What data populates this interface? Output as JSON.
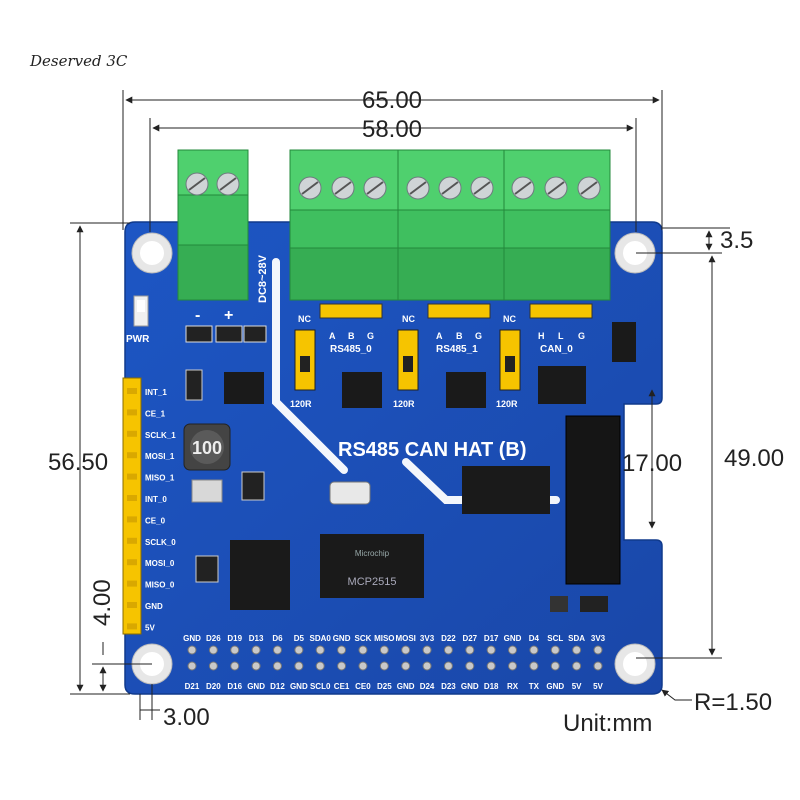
{
  "watermark": "Deserved 3C",
  "dimensions": {
    "width_total": "65.00",
    "width_holes": "58.00",
    "height_total": "56.50",
    "height_holes": "49.00",
    "cutout_height": "17.00",
    "top_offset": "3.5",
    "hole_from_bottom": "4.00",
    "hole_from_left": "3.00",
    "corner_radius": "R=1.50",
    "unit": "Unit:mm"
  },
  "board": {
    "title": "RS485 CAN HAT (B)",
    "power_input": "DC8~28V",
    "pwr_led": "PWR",
    "polarity_minus": "-",
    "polarity_plus": "+",
    "inductor": "100",
    "resistor_label": "120R",
    "nc_label": "NC",
    "connectors": [
      {
        "name": "RS485_0",
        "pins": [
          "A",
          "B",
          "G"
        ]
      },
      {
        "name": "RS485_1",
        "pins": [
          "A",
          "B",
          "G"
        ]
      },
      {
        "name": "CAN_0",
        "pins": [
          "H",
          "L",
          "G"
        ]
      }
    ],
    "left_header_pins": [
      "INT_1",
      "CE_1",
      "SCLK_1",
      "MOSI_1",
      "MISO_1",
      "INT_0",
      "CE_0",
      "SCLK_0",
      "MOSI_0",
      "MISO_0",
      "GND",
      "5V"
    ],
    "gpio_top_row": [
      "GND",
      "D26",
      "D19",
      "D13",
      "D6",
      "D5",
      "SDA0",
      "GND",
      "SCK",
      "MISO",
      "MOSI",
      "3V3",
      "D22",
      "D27",
      "D17",
      "GND",
      "D4",
      "SCL",
      "SDA",
      "3V3"
    ],
    "gpio_bottom_row": [
      "D21",
      "D20",
      "D16",
      "GND",
      "D12",
      "GND",
      "SCL0",
      "CE1",
      "CE0",
      "D25",
      "GND",
      "D24",
      "D23",
      "GND",
      "D18",
      "RX",
      "TX",
      "GND",
      "5V",
      "5V"
    ],
    "chip_marking": "MCP2515",
    "chip_maker": "Microchip"
  }
}
